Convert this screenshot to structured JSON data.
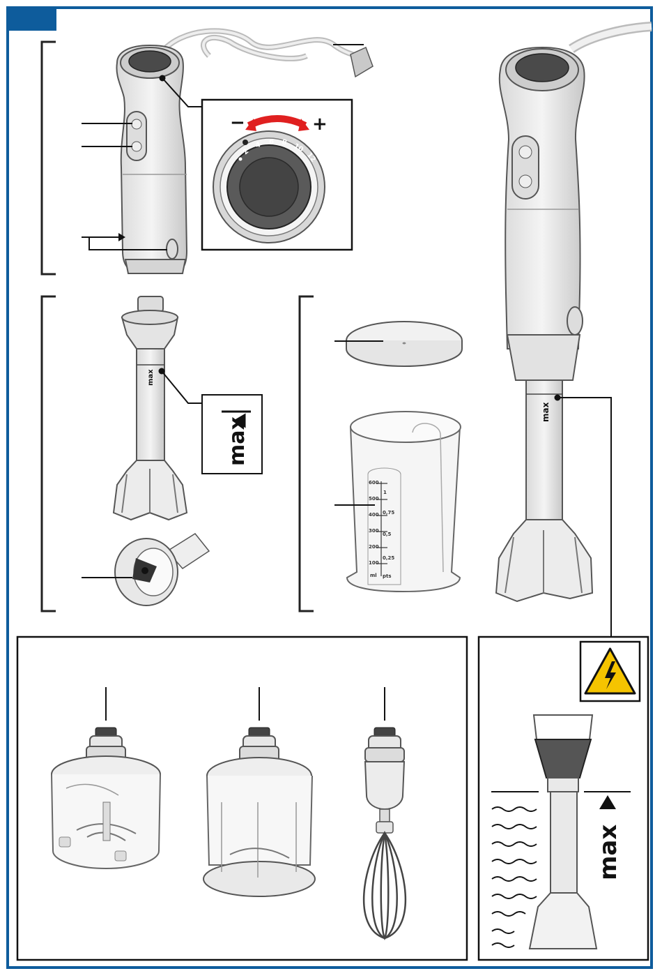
{
  "dial": {
    "minus": "−",
    "plus": "+",
    "speeds": [
      "2",
      "4",
      "6",
      "8",
      "10",
      "12"
    ]
  },
  "max_marks": {
    "label": "max"
  },
  "jug": {
    "ml_scale": [
      "600",
      "500",
      "400",
      "300",
      "200",
      "100",
      "ml"
    ],
    "pts_scale": [
      "1",
      "0,75",
      "0,5",
      "0,25",
      "pts"
    ]
  },
  "colors": {
    "frame": "#0e5c9c",
    "accent": "#e02020",
    "warning": "#f5c400"
  }
}
